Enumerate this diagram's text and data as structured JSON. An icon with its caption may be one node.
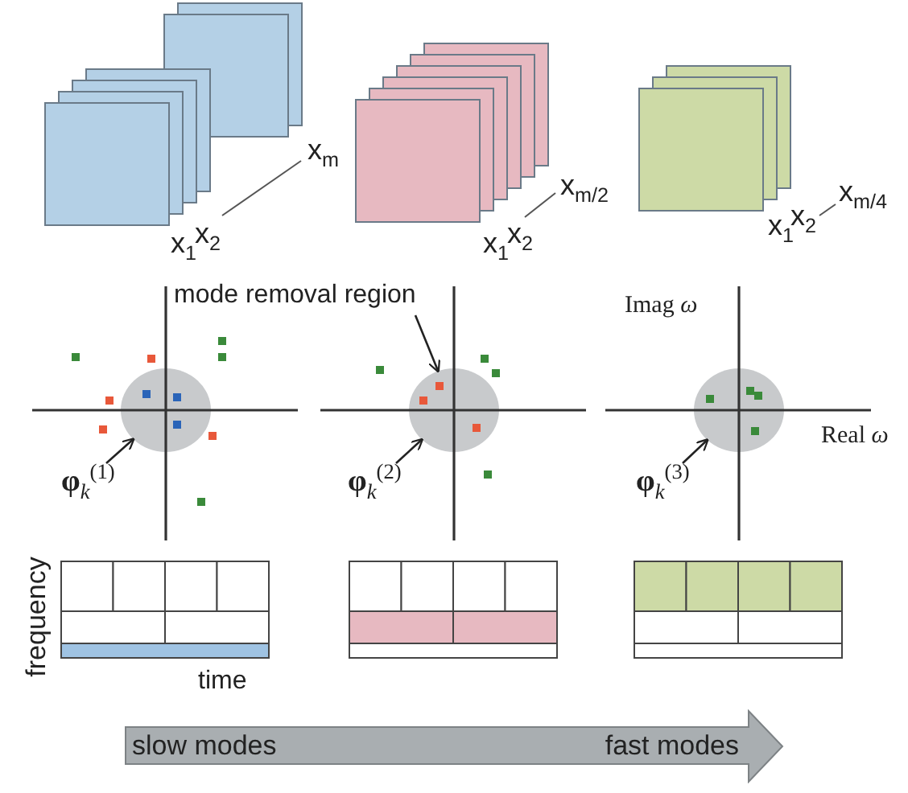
{
  "diagram": {
    "nodes": [
      {
        "text": [
          "mode removal region"
        ]
      },
      {
        "text": [],
        "shape": "circle"
      },
      {
        "text": [],
        "shape": "circle"
      },
      {
        "text": [],
        "shape": "circle"
      },
      {
        "text": [
          "**φ**$_{k}$$^{(1)}$"
        ]
      },
      {
        "text": [
          "**φ**$_{k}$$^{(2)}$"
        ]
      },
      {
        "text": [
          "**φ**$_{k}$$^{(3)}$"
        ]
      },
      {
        "text": [
          "slow modes",
          "fast modes"
        ]
      }
    ],
    "edges": [
      {
        "from": 0,
        "to": 2,
        "arrow": "to"
      },
      {
        "from": 4,
        "to": 1,
        "arrow": "to"
      },
      {
        "from": 5,
        "to": 2,
        "arrow": "to"
      },
      {
        "from": 6,
        "to": 3,
        "arrow": "to"
      }
    ],
    "labels": [
      "x$_{1}$",
      "x$_{2}$",
      "x$_{m}$",
      "x$_{1}$",
      "x$_{2}$",
      "x$_{m/2}$",
      "x$_{1}$",
      "x$_{2}$",
      "x$_{m/4}$",
      "Imag *ω*",
      "Real *ω*",
      "frequency",
      "time"
    ]
  }
}
